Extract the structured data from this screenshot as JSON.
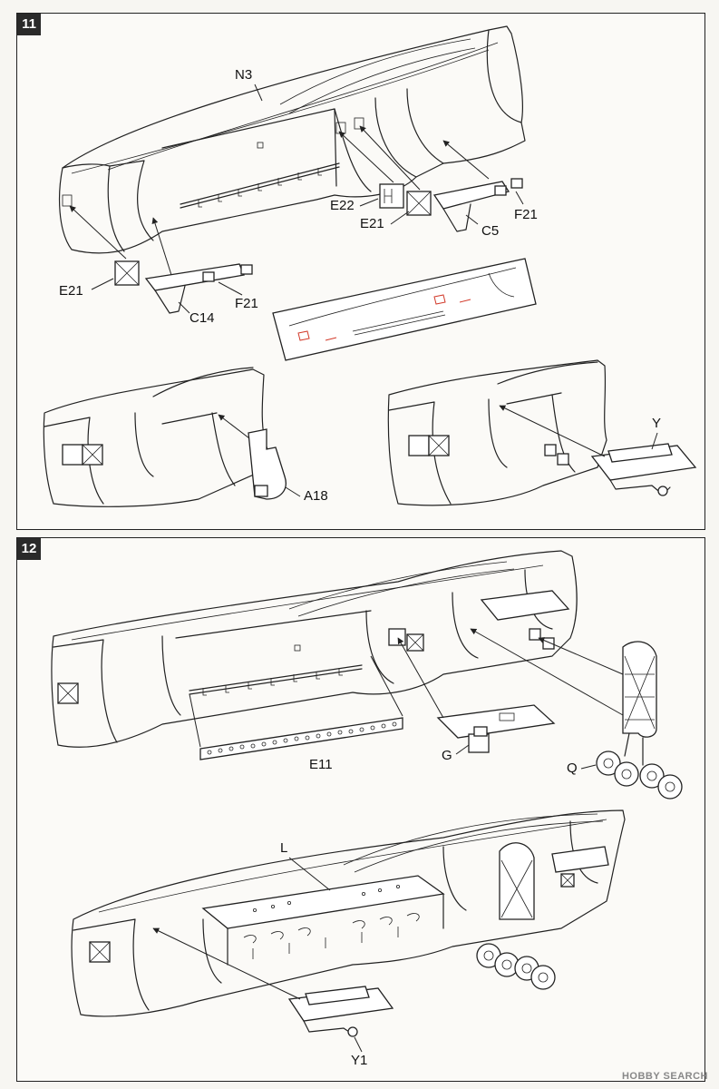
{
  "steps": [
    {
      "number": "11",
      "labels": {
        "n3": "N3",
        "e22": "E22",
        "e21_right": "E21",
        "c5": "C5",
        "f21_right": "F21",
        "e21_left": "E21",
        "c14": "C14",
        "f21_left": "F21",
        "a18": "A18",
        "y": "Y"
      }
    },
    {
      "number": "12",
      "labels": {
        "e11": "E11",
        "g": "G",
        "q": "Q",
        "l": "L",
        "y1": "Y1"
      }
    }
  ],
  "watermark": "HOBBY SEARCH"
}
